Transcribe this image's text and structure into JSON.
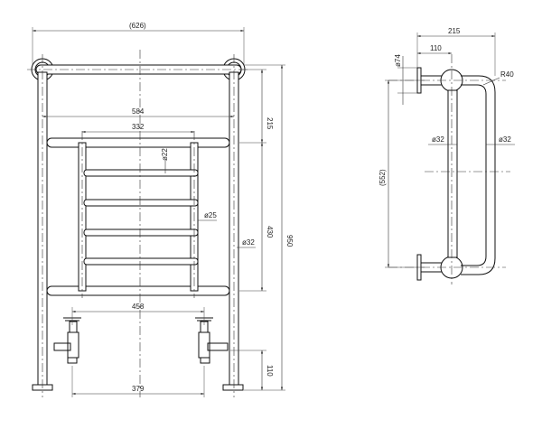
{
  "front_view": {
    "overall_width": "(626)",
    "rail_width": "584",
    "inner_width": "332",
    "pipe_dia_small": "ø22",
    "pipe_dia_mid": "ø25",
    "pipe_dia_large": "ø32",
    "top_offset": "215",
    "height_430": "430",
    "height_950": "950",
    "valve_spacing": "458",
    "base_width": "379",
    "floor_height": "110"
  },
  "side_view": {
    "depth": "215",
    "wall_offset": "110",
    "flange_dia": "ø74",
    "bend_radius": "R40",
    "pipe_dia_left": "ø32",
    "pipe_dia_right": "ø32",
    "centres": "(552)"
  }
}
